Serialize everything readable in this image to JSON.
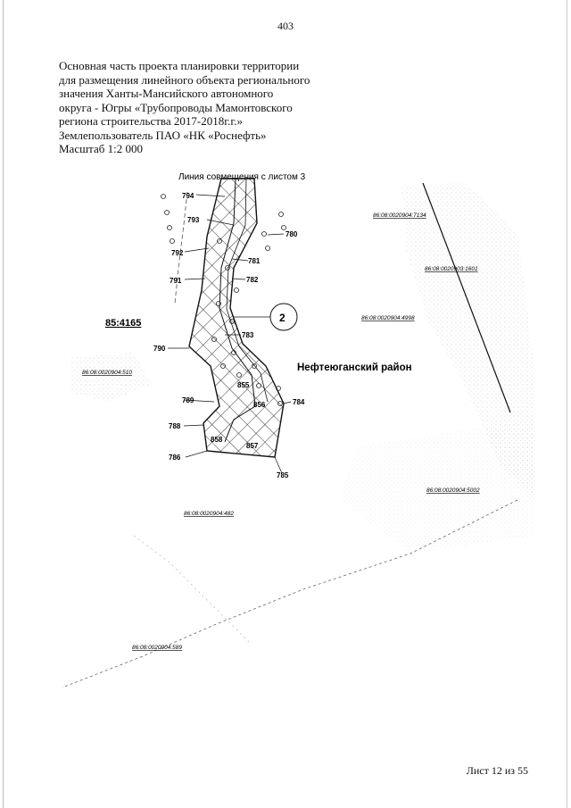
{
  "page_number": "403",
  "title_lines": [
    "Основная часть проекта планировки территории",
    "для размещения линейного объекта регионального",
    "значения Ханты-Мансийского автономного",
    "округа - Югры «Трубопроводы Мамонтовского",
    "региона строительства 2017-2018г.г.»",
    "Землепользователь ПАО «НК «Роснефть»"
  ],
  "scale": "Масштаб 1:2 000",
  "map": {
    "match_line_label": "Линия совмещения с листом 3",
    "district_label": "Нефтеюганский район",
    "block_label": "85:4165",
    "circle_label": "2",
    "cadastral_labels": [
      "86:08:0020904:7134",
      "86:08:0020903:1601",
      "86:08:0020904:4998",
      "86:08:0020904:510",
      "86:08:0020904:5002",
      "86:08:0020904:482",
      "86:08:0020904:589"
    ],
    "point_labels": [
      "794",
      "793",
      "780",
      "792",
      "781",
      "791",
      "782",
      "783",
      "790",
      "789",
      "856",
      "784",
      "788",
      "858",
      "857",
      "786",
      "785",
      "855"
    ]
  },
  "footer": "Лист 12 из 55"
}
